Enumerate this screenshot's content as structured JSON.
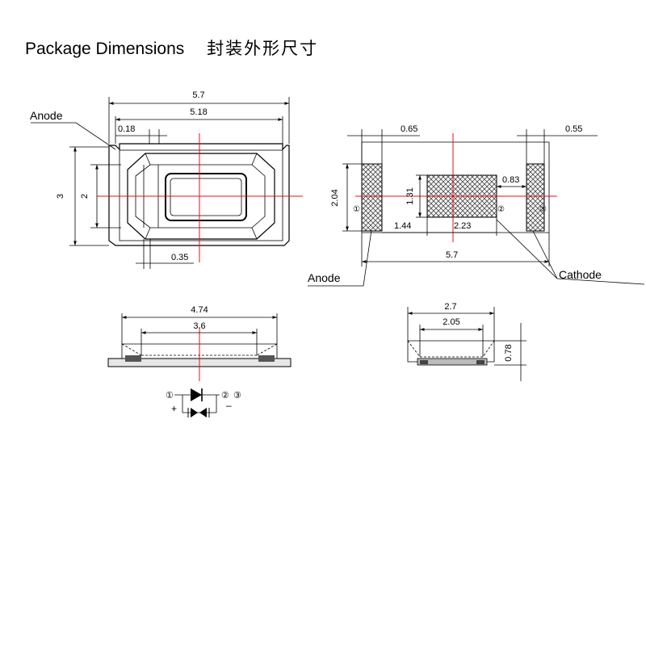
{
  "title": {
    "english": "Package Dimensions",
    "chinese": "封装外形尺寸"
  },
  "top_view": {
    "label_anode": "Anode",
    "dims": {
      "overall_length": "5.7",
      "body_length": "5.18",
      "edge": "0.18",
      "height": "3",
      "inner_height": "2",
      "gap": "0.35"
    }
  },
  "pad_view": {
    "label_anode": "Anode",
    "label_cathode": "Cathode",
    "dims": {
      "left_pad": "0.65",
      "right_pad": "0.55",
      "pad_height": "2.04",
      "center_height": "1.31",
      "center_gap": "0.83",
      "left_offset": "1.44",
      "center_width": "2.23",
      "overall": "5.7"
    },
    "pin_labels": [
      "①",
      "②",
      "③"
    ]
  },
  "side_view_long": {
    "dims": {
      "outer": "4.74",
      "inner": "3.6"
    }
  },
  "side_view_short": {
    "dims": {
      "outer": "2.7",
      "inner": "2.05",
      "thickness": "0.78"
    }
  },
  "schematic": {
    "pin1": "①",
    "pin2": "②",
    "pin3": "③",
    "plus": "+",
    "minus": "–"
  },
  "colors": {
    "centerline": "#e8101a",
    "line": "#000000"
  }
}
